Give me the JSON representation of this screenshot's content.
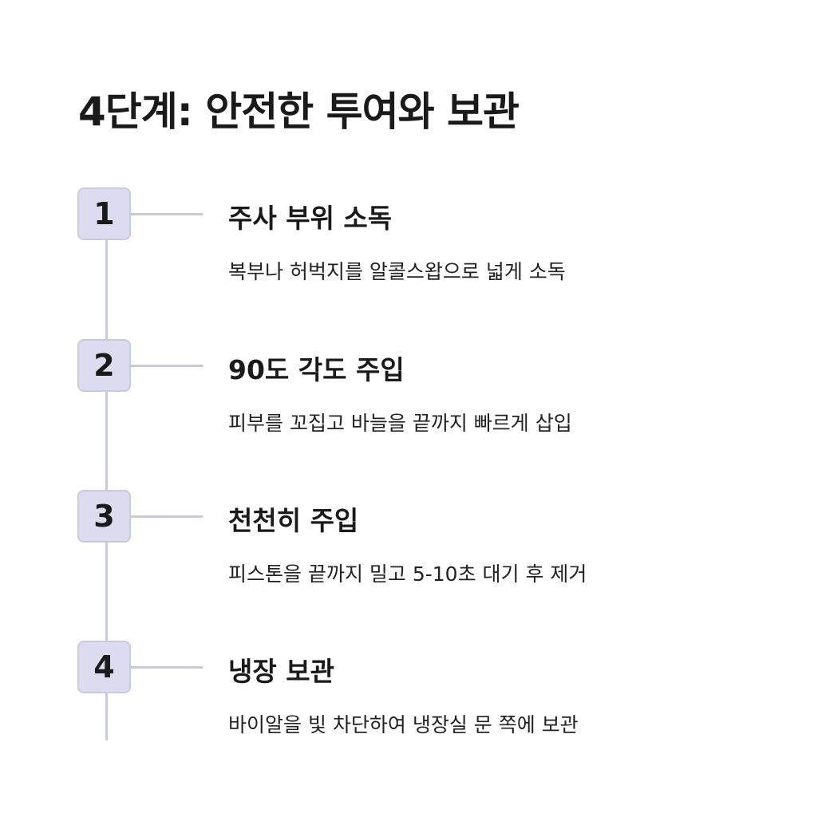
{
  "title": "4단계: 안전한 투여와 보관",
  "steps": [
    {
      "number": "1",
      "title": "주사 부위 소독",
      "description": "복부나 허벅지를 알콜스왑으로 넓게 소독"
    },
    {
      "number": "2",
      "title": "90도 각도 주입",
      "description": "피부를 꼬집고 바늘을 끝까지 빠르게 삽입"
    },
    {
      "number": "3",
      "title": "천천히 주입",
      "description": "피스톤을 끝까지 밀고 5-10초 대기 후 제거"
    },
    {
      "number": "4",
      "title": "냉장 보관",
      "description": "바이알을 빛 차단하여 냉장실 문 쪽에 보관"
    }
  ]
}
